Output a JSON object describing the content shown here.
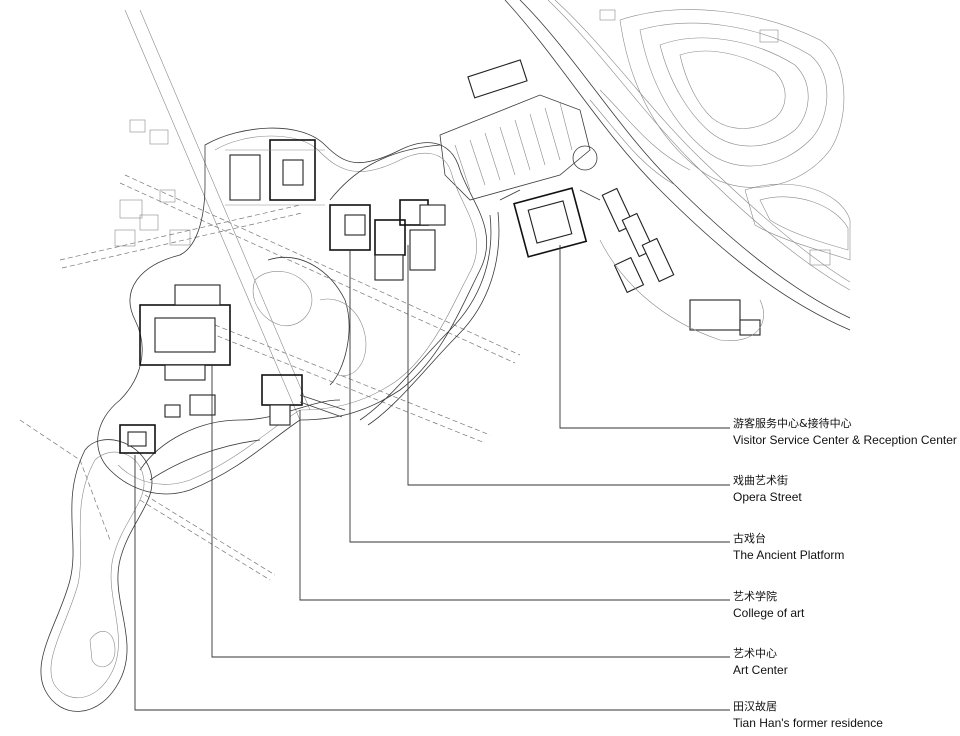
{
  "legend": [
    {
      "cn": "游客服务中心&接待中心",
      "en": "Visitor Service Center & Reception Center"
    },
    {
      "cn": "戏曲艺术街",
      "en": "Opera Street"
    },
    {
      "cn": "古戏台",
      "en": "The Ancient Platform"
    },
    {
      "cn": "艺术学院",
      "en": "College of art"
    },
    {
      "cn": "艺术中心",
      "en": "Art Center"
    },
    {
      "cn": "田汉故居",
      "en": "Tian Han's former residence"
    }
  ]
}
